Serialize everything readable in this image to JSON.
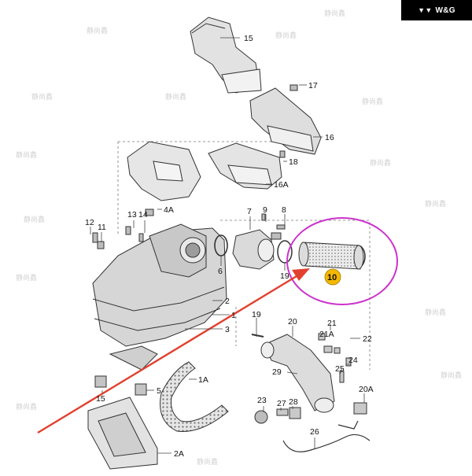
{
  "brand": {
    "text": "W&G",
    "color": "#000000"
  },
  "watermark": {
    "text": "静尚鑫"
  },
  "callouts": [
    {
      "text": "15"
    },
    {
      "text": "17"
    },
    {
      "text": "16"
    },
    {
      "text": "18"
    },
    {
      "text": "16A"
    },
    {
      "text": "9"
    },
    {
      "text": "8"
    },
    {
      "text": "7"
    },
    {
      "text": "4A"
    },
    {
      "text": "13"
    },
    {
      "text": "14"
    },
    {
      "text": "12"
    },
    {
      "text": "11"
    },
    {
      "text": "6"
    },
    {
      "text": "19"
    },
    {
      "text": "2"
    },
    {
      "text": "1"
    },
    {
      "text": "3"
    },
    {
      "text": "19"
    },
    {
      "text": "20"
    },
    {
      "text": "21"
    },
    {
      "text": "21A"
    },
    {
      "text": "22"
    },
    {
      "text": "24"
    },
    {
      "text": "25"
    },
    {
      "text": "29"
    },
    {
      "text": "20A"
    },
    {
      "text": "23"
    },
    {
      "text": "27"
    },
    {
      "text": "28"
    },
    {
      "text": "26"
    },
    {
      "text": "1A"
    },
    {
      "text": "5"
    },
    {
      "text": "15"
    },
    {
      "text": "2A"
    }
  ],
  "highlighted_part": {
    "label": "10",
    "circle_color": "#cc33cc",
    "badge_color": "#f5b800"
  },
  "arrow": {
    "color": "#e2402f"
  }
}
